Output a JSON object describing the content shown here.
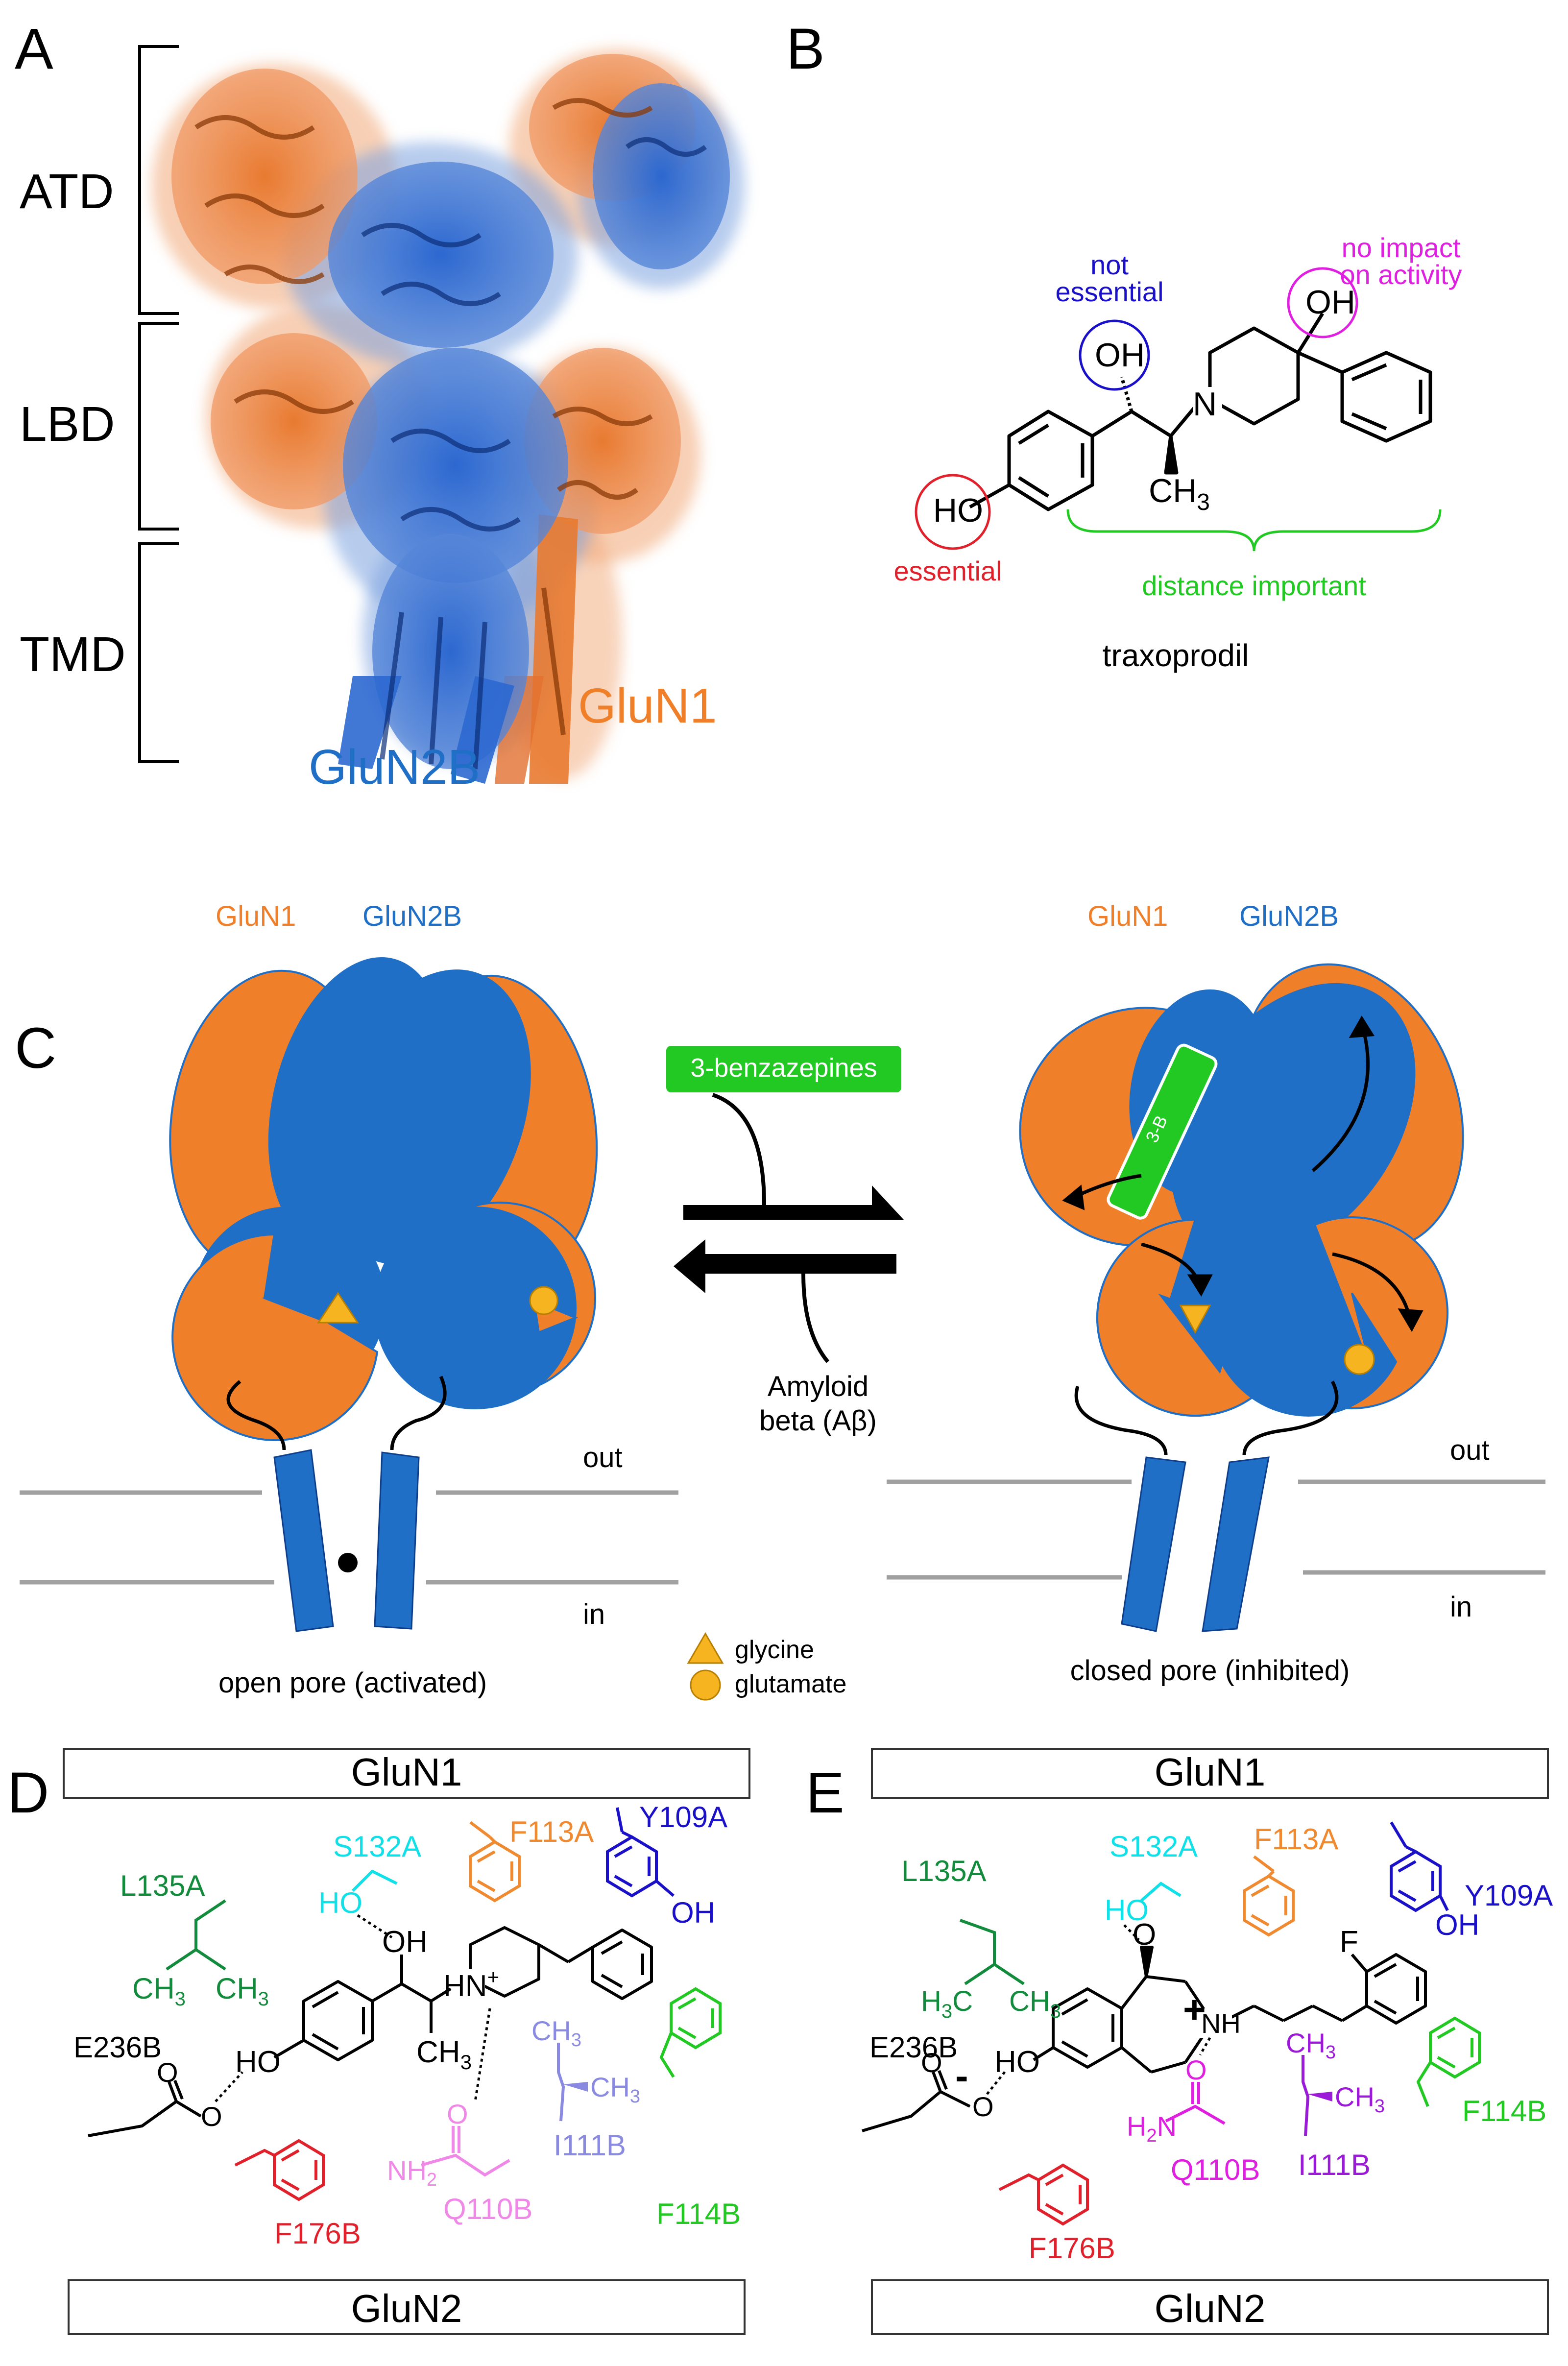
{
  "colors": {
    "orange": "#F07F2A",
    "blue": "#1F6FC6",
    "dark_orange": "#B84A10",
    "dark_blue": "#0E3E8A",
    "gold": "#F6B420",
    "green": "#22C922",
    "grey": "#A0A0A0",
    "red": "#E0202A",
    "navy": "#1A10C8",
    "magenta": "#E020E0",
    "cyan": "#10E0E8",
    "forest": "#128C3C",
    "pink": "#F088E8",
    "lavender": "#8A8AE0",
    "purple": "#9A1AD8",
    "light_orange": "#F08A30"
  },
  "panel_a": {
    "letter": "A",
    "domains": [
      "ATD",
      "LBD",
      "TMD"
    ],
    "glun1": "GluN1",
    "glun2b": "GluN2B"
  },
  "panel_b": {
    "letter": "B",
    "not_essential": [
      "not",
      "essential"
    ],
    "no_impact": [
      "no impact",
      "on activity"
    ],
    "oh_top": "OH",
    "oh_right": "OH",
    "n_atom": "N",
    "ho": "HO",
    "ch3": "CH",
    "ch3_sub": "3",
    "essential": "essential",
    "distance": "distance important",
    "compound": "traxoprodil"
  },
  "panel_c": {
    "letter": "C",
    "left_glun1": "GluN1",
    "left_glun2b": "GluN2B",
    "right_glun1": "GluN1",
    "right_glun2b": "GluN2B",
    "drug_box": "3-benzazepines",
    "drug_small": "3-B",
    "amyloid": [
      "Amyloid",
      "beta (Aβ)"
    ],
    "out_left": "out",
    "in_left": "in",
    "out_right": "out",
    "in_right": "in",
    "open_pore": "open pore (activated)",
    "closed_pore": "closed pore (inhibited)",
    "legend_glycine": "glycine",
    "legend_glutamate": "glutamate"
  },
  "panel_d": {
    "letter": "D",
    "top_box": "GluN1",
    "bottom_box": "GluN2",
    "residues": {
      "l135a": "L135A",
      "s132a": "S132A",
      "f113a": "F113A",
      "y109a": "Y109A",
      "e236b": "E236B",
      "f176b": "F176B",
      "q110b": "Q110B",
      "i111b": "I111B",
      "f114b": "F114B"
    },
    "atoms": {
      "ho_s": "HO",
      "oh_y": "OH",
      "oh_lig": "OH",
      "ho_lig": "HO",
      "nh_lig": "N",
      "h_lig": "H",
      "plus": "+",
      "o_e": "O",
      "o_q": "O",
      "nh2_q": "NH",
      "nh2_sub": "2",
      "ch3": "CH",
      "sub3": "3"
    }
  },
  "panel_e": {
    "letter": "E",
    "top_box": "GluN1",
    "bottom_box": "GluN2",
    "residues": {
      "l135a": "L135A",
      "s132a": "S132A",
      "f113a": "F113A",
      "y109a": "Y109A",
      "e236b": "E236B",
      "f176b": "F176B",
      "q110b": "Q110B",
      "i111b": "I111B",
      "f114b": "F114B"
    },
    "atoms": {
      "ho_s": "HO",
      "oh_y": "OH",
      "o_lig": "O",
      "ho_lig": "HO",
      "nh_lig": "NH",
      "plus": "+",
      "f_atom": "F",
      "o_e": "O",
      "minus": "-",
      "o_q": "O",
      "h2n": "H",
      "h2n_sub": "2",
      "h2n_n": "N",
      "h3c": "H",
      "h3c_sub": "3",
      "h3c_c": "C",
      "ch3": "CH",
      "sub3": "3"
    }
  }
}
